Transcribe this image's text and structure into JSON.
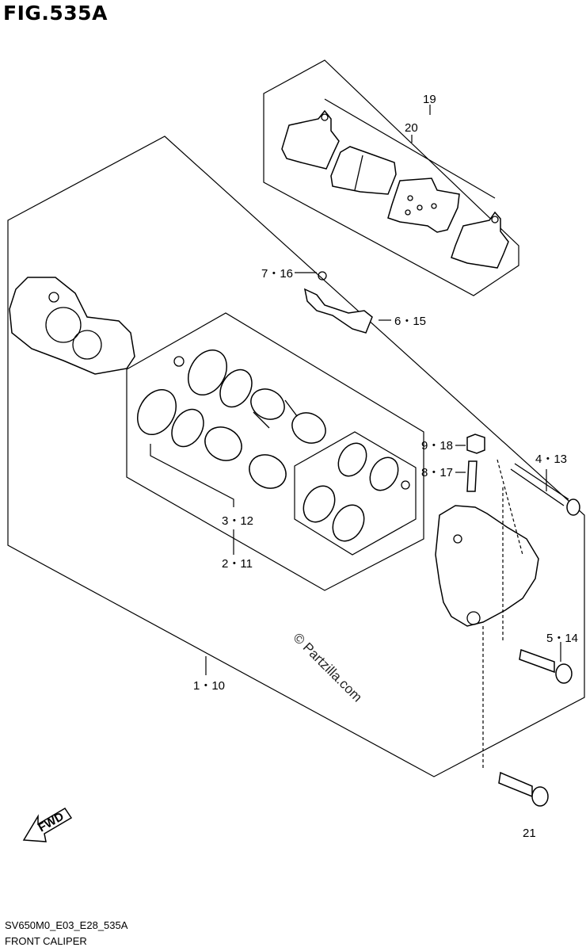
{
  "figure": {
    "title": "FIG.535A",
    "code": "SV650M0_E03_E28_535A",
    "caption": "FRONT CALIPER"
  },
  "watermark": "© Partzilla.com",
  "fwd_label": "FWD",
  "callouts": {
    "c19": "19",
    "c20": "20",
    "c7_16": "7・16",
    "c6_15": "6・15",
    "c9_18": "9・18",
    "c8_17": "8・17",
    "c4_13": "4・13",
    "c3_12": "3・12",
    "c2_11": "2・11",
    "c5_14": "5・14",
    "c1_10": "1・10",
    "c21": "21"
  }
}
